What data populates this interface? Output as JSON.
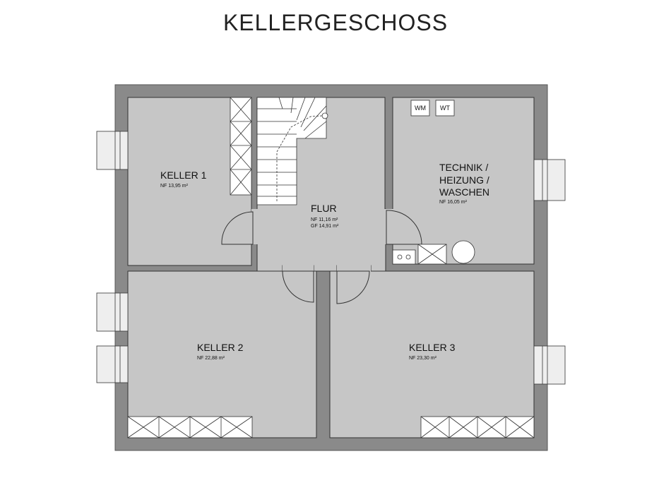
{
  "title": "KELLERGESCHOSS",
  "colors": {
    "wall": "#8a8a8a",
    "wall_edge": "#555555",
    "floor": "#c6c6c6",
    "window": "#eeeeee",
    "stroke": "#333333"
  },
  "rooms": {
    "keller1": {
      "name": "KELLER 1",
      "area": "NF 13,95 m²"
    },
    "flur": {
      "name": "FLUR",
      "area": "NF 11,16 m²",
      "area2": "GF 14,91 m²"
    },
    "technik": {
      "line1": "TECHNIK /",
      "line2": "HEIZUNG /",
      "line3": "WASCHEN",
      "area": "NF 16,05 m²"
    },
    "keller2": {
      "name": "KELLER 2",
      "area": "NF 22,88 m²"
    },
    "keller3": {
      "name": "KELLER 3",
      "area": "NF 23,30 m²"
    }
  },
  "appliances": {
    "wm": "WM",
    "wt": "WT"
  }
}
